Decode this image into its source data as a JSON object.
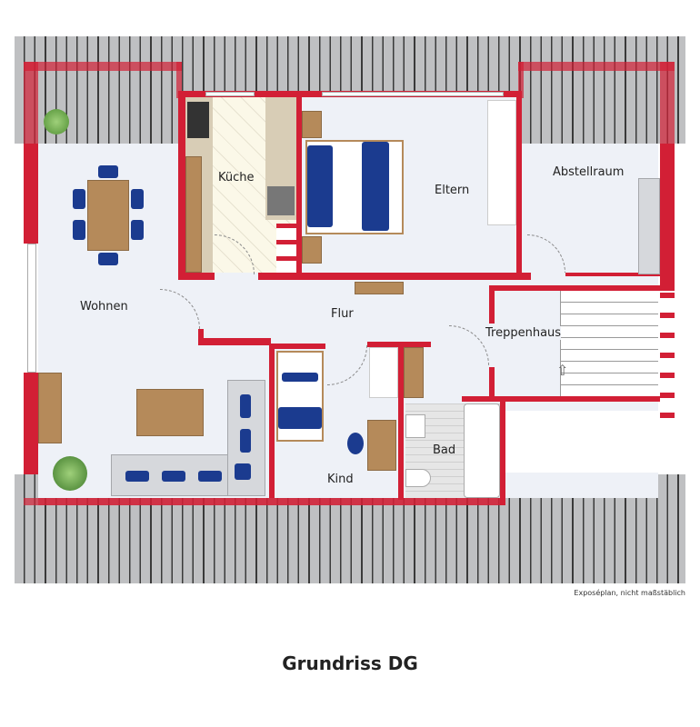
{
  "title": "Grundriss DG",
  "note": "Exposéplan, nicht maßstäblich",
  "rooms": {
    "kueche": "Küche",
    "eltern": "Eltern",
    "abstellraum": "Abstellraum",
    "wohnen": "Wohnen",
    "flur": "Flur",
    "treppenhaus": "Treppenhaus",
    "kind": "Kind",
    "bad": "Bad"
  },
  "colors": {
    "wall": "#d21f35",
    "floor": "#eef1f7",
    "furniture_accent": "#1b3b8f"
  }
}
